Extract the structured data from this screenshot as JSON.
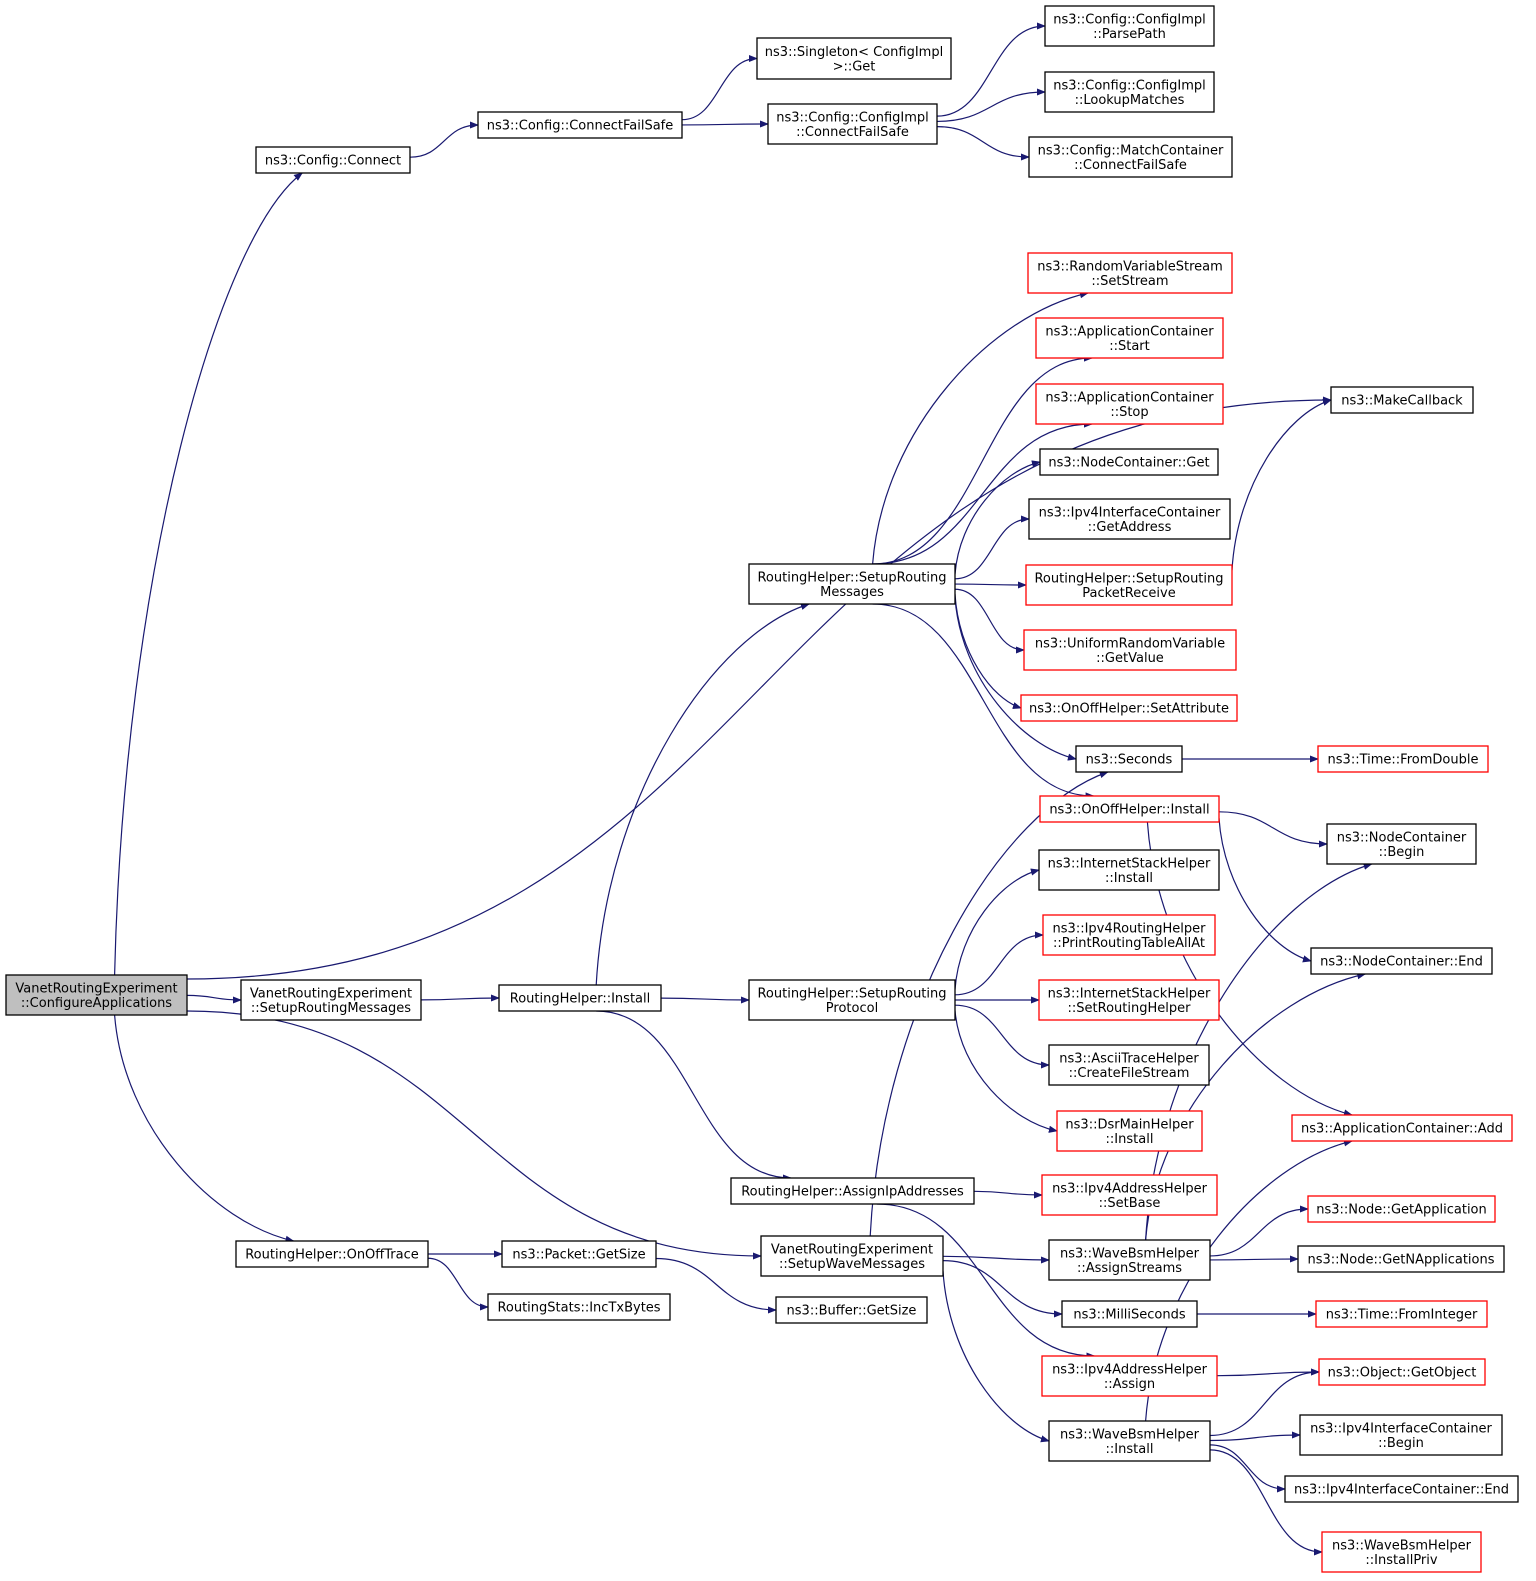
{
  "nodes": [
    {
      "id": "root",
      "lines": [
        "VanetRoutingExperiment",
        "::ConfigureApplications"
      ],
      "color": "root"
    },
    {
      "id": "cfgConnect",
      "lines": [
        "ns3::Config::Connect"
      ],
      "color": "black"
    },
    {
      "id": "connectFailSafe",
      "lines": [
        "ns3::Config::ConnectFailSafe"
      ],
      "color": "black"
    },
    {
      "id": "singletonGet",
      "lines": [
        "ns3::Singleton< ConfigImpl",
        ">::Get"
      ],
      "color": "black"
    },
    {
      "id": "implConnectFailSafe",
      "lines": [
        "ns3::Config::ConfigImpl",
        "::ConnectFailSafe"
      ],
      "color": "black"
    },
    {
      "id": "parsePath",
      "lines": [
        "ns3::Config::ConfigImpl",
        "::ParsePath"
      ],
      "color": "black"
    },
    {
      "id": "lookupMatches",
      "lines": [
        "ns3::Config::ConfigImpl",
        "::LookupMatches"
      ],
      "color": "black"
    },
    {
      "id": "matchConnectFailSafe",
      "lines": [
        "ns3::Config::MatchContainer",
        "::ConnectFailSafe"
      ],
      "color": "black"
    },
    {
      "id": "makeCallback",
      "lines": [
        "ns3::MakeCallback"
      ],
      "color": "black"
    },
    {
      "id": "rvsSetStream",
      "lines": [
        "ns3::RandomVariableStream",
        "::SetStream"
      ],
      "color": "red"
    },
    {
      "id": "appStart",
      "lines": [
        "ns3::ApplicationContainer",
        "::Start"
      ],
      "color": "red"
    },
    {
      "id": "appStop",
      "lines": [
        "ns3::ApplicationContainer",
        "::Stop"
      ],
      "color": "red"
    },
    {
      "id": "nodeContGet",
      "lines": [
        "ns3::NodeContainer::Get"
      ],
      "color": "black"
    },
    {
      "id": "ipv4IfGetAddress",
      "lines": [
        "ns3::Ipv4InterfaceContainer",
        "::GetAddress"
      ],
      "color": "black"
    },
    {
      "id": "setupRoutingMessages",
      "lines": [
        "RoutingHelper::SetupRouting",
        "Messages"
      ],
      "color": "black"
    },
    {
      "id": "setupRoutingPacketReceive",
      "lines": [
        "RoutingHelper::SetupRouting",
        "PacketReceive"
      ],
      "color": "red"
    },
    {
      "id": "urvGetValue",
      "lines": [
        "ns3::UniformRandomVariable",
        "::GetValue"
      ],
      "color": "red"
    },
    {
      "id": "onOffSetAttribute",
      "lines": [
        "ns3::OnOffHelper::SetAttribute"
      ],
      "color": "red"
    },
    {
      "id": "seconds",
      "lines": [
        "ns3::Seconds"
      ],
      "color": "black"
    },
    {
      "id": "timeFromDouble",
      "lines": [
        "ns3::Time::FromDouble"
      ],
      "color": "red"
    },
    {
      "id": "onOffInstall",
      "lines": [
        "ns3::OnOffHelper::Install"
      ],
      "color": "red"
    },
    {
      "id": "nodeContBegin",
      "lines": [
        "ns3::NodeContainer",
        "::Begin"
      ],
      "color": "black"
    },
    {
      "id": "internetStackInstall",
      "lines": [
        "ns3::InternetStackHelper",
        "::Install"
      ],
      "color": "black"
    },
    {
      "id": "printRoutingTable",
      "lines": [
        "ns3::Ipv4RoutingHelper",
        "::PrintRoutingTableAllAt"
      ],
      "color": "red"
    },
    {
      "id": "nodeContEnd",
      "lines": [
        "ns3::NodeContainer::End"
      ],
      "color": "black"
    },
    {
      "id": "vreSetupRoutingMessages",
      "lines": [
        "VanetRoutingExperiment",
        "::SetupRoutingMessages"
      ],
      "color": "black"
    },
    {
      "id": "routingHelperInstall",
      "lines": [
        "RoutingHelper::Install"
      ],
      "color": "black"
    },
    {
      "id": "setupRoutingProtocol",
      "lines": [
        "RoutingHelper::SetupRouting",
        "Protocol"
      ],
      "color": "black"
    },
    {
      "id": "setRoutingHelper",
      "lines": [
        "ns3::InternetStackHelper",
        "::SetRoutingHelper"
      ],
      "color": "red"
    },
    {
      "id": "asciiCreateFileStream",
      "lines": [
        "ns3::AsciiTraceHelper",
        "::CreateFileStream"
      ],
      "color": "black"
    },
    {
      "id": "dsrInstall",
      "lines": [
        "ns3::DsrMainHelper",
        "::Install"
      ],
      "color": "red"
    },
    {
      "id": "appAdd",
      "lines": [
        "ns3::ApplicationContainer::Add"
      ],
      "color": "red"
    },
    {
      "id": "assignIpAddresses",
      "lines": [
        "RoutingHelper::AssignIpAddresses"
      ],
      "color": "black"
    },
    {
      "id": "ipv4AddrSetBase",
      "lines": [
        "ns3::Ipv4AddressHelper",
        "::SetBase"
      ],
      "color": "red"
    },
    {
      "id": "nodeGetApplication",
      "lines": [
        "ns3::Node::GetApplication"
      ],
      "color": "red"
    },
    {
      "id": "onOffTrace",
      "lines": [
        "RoutingHelper::OnOffTrace"
      ],
      "color": "black"
    },
    {
      "id": "packetGetSize",
      "lines": [
        "ns3::Packet::GetSize"
      ],
      "color": "black"
    },
    {
      "id": "vreSetupWaveMessages",
      "lines": [
        "VanetRoutingExperiment",
        "::SetupWaveMessages"
      ],
      "color": "black"
    },
    {
      "id": "waveAssignStreams",
      "lines": [
        "ns3::WaveBsmHelper",
        "::AssignStreams"
      ],
      "color": "black"
    },
    {
      "id": "nodeGetNApplications",
      "lines": [
        "ns3::Node::GetNApplications"
      ],
      "color": "black"
    },
    {
      "id": "incTxBytes",
      "lines": [
        "RoutingStats::IncTxBytes"
      ],
      "color": "black"
    },
    {
      "id": "bufferGetSize",
      "lines": [
        "ns3::Buffer::GetSize"
      ],
      "color": "black"
    },
    {
      "id": "milliSeconds",
      "lines": [
        "ns3::MilliSeconds"
      ],
      "color": "black"
    },
    {
      "id": "timeFromInteger",
      "lines": [
        "ns3::Time::FromInteger"
      ],
      "color": "red"
    },
    {
      "id": "ipv4AddrAssign",
      "lines": [
        "ns3::Ipv4AddressHelper",
        "::Assign"
      ],
      "color": "red"
    },
    {
      "id": "objectGetObject",
      "lines": [
        "ns3::Object::GetObject"
      ],
      "color": "red"
    },
    {
      "id": "waveInstall",
      "lines": [
        "ns3::WaveBsmHelper",
        "::Install"
      ],
      "color": "black"
    },
    {
      "id": "ipv4IfBegin",
      "lines": [
        "ns3::Ipv4InterfaceContainer",
        "::Begin"
      ],
      "color": "black"
    },
    {
      "id": "ipv4IfEnd",
      "lines": [
        "ns3::Ipv4InterfaceContainer::End"
      ],
      "color": "black"
    },
    {
      "id": "waveInstallPriv",
      "lines": [
        "ns3::WaveBsmHelper",
        "::InstallPriv"
      ],
      "color": "red"
    }
  ],
  "edges": [
    [
      "root",
      "cfgConnect"
    ],
    [
      "root",
      "makeCallback"
    ],
    [
      "root",
      "vreSetupRoutingMessages"
    ],
    [
      "root",
      "onOffTrace"
    ],
    [
      "root",
      "vreSetupWaveMessages"
    ],
    [
      "cfgConnect",
      "connectFailSafe"
    ],
    [
      "connectFailSafe",
      "singletonGet"
    ],
    [
      "connectFailSafe",
      "implConnectFailSafe"
    ],
    [
      "implConnectFailSafe",
      "parsePath"
    ],
    [
      "implConnectFailSafe",
      "lookupMatches"
    ],
    [
      "implConnectFailSafe",
      "matchConnectFailSafe"
    ],
    [
      "vreSetupRoutingMessages",
      "routingHelperInstall"
    ],
    [
      "routingHelperInstall",
      "setupRoutingMessages"
    ],
    [
      "routingHelperInstall",
      "setupRoutingProtocol"
    ],
    [
      "routingHelperInstall",
      "assignIpAddresses"
    ],
    [
      "setupRoutingMessages",
      "rvsSetStream"
    ],
    [
      "setupRoutingMessages",
      "appStart"
    ],
    [
      "setupRoutingMessages",
      "appStop"
    ],
    [
      "setupRoutingMessages",
      "nodeContGet"
    ],
    [
      "setupRoutingMessages",
      "ipv4IfGetAddress"
    ],
    [
      "setupRoutingMessages",
      "setupRoutingPacketReceive"
    ],
    [
      "setupRoutingMessages",
      "urvGetValue"
    ],
    [
      "setupRoutingMessages",
      "onOffSetAttribute"
    ],
    [
      "setupRoutingMessages",
      "seconds"
    ],
    [
      "setupRoutingMessages",
      "onOffInstall"
    ],
    [
      "setupRoutingPacketReceive",
      "makeCallback"
    ],
    [
      "seconds",
      "timeFromDouble"
    ],
    [
      "onOffInstall",
      "nodeContBegin"
    ],
    [
      "onOffInstall",
      "nodeContEnd"
    ],
    [
      "onOffInstall",
      "appAdd"
    ],
    [
      "setupRoutingProtocol",
      "internetStackInstall"
    ],
    [
      "setupRoutingProtocol",
      "printRoutingTable"
    ],
    [
      "setupRoutingProtocol",
      "setRoutingHelper"
    ],
    [
      "setupRoutingProtocol",
      "asciiCreateFileStream"
    ],
    [
      "setupRoutingProtocol",
      "dsrInstall"
    ],
    [
      "assignIpAddresses",
      "ipv4AddrSetBase"
    ],
    [
      "assignIpAddresses",
      "ipv4AddrAssign"
    ],
    [
      "onOffTrace",
      "packetGetSize"
    ],
    [
      "onOffTrace",
      "incTxBytes"
    ],
    [
      "packetGetSize",
      "bufferGetSize"
    ],
    [
      "vreSetupWaveMessages",
      "seconds"
    ],
    [
      "vreSetupWaveMessages",
      "waveAssignStreams"
    ],
    [
      "vreSetupWaveMessages",
      "milliSeconds"
    ],
    [
      "vreSetupWaveMessages",
      "waveInstall"
    ],
    [
      "waveAssignStreams",
      "nodeContBegin"
    ],
    [
      "waveAssignStreams",
      "nodeContEnd"
    ],
    [
      "waveAssignStreams",
      "nodeGetApplication"
    ],
    [
      "waveAssignStreams",
      "nodeGetNApplications"
    ],
    [
      "milliSeconds",
      "timeFromInteger"
    ],
    [
      "ipv4AddrAssign",
      "objectGetObject"
    ],
    [
      "waveInstall",
      "appAdd"
    ],
    [
      "waveInstall",
      "objectGetObject"
    ],
    [
      "waveInstall",
      "ipv4IfBegin"
    ],
    [
      "waveInstall",
      "ipv4IfEnd"
    ],
    [
      "waveInstall",
      "waveInstallPriv"
    ]
  ]
}
